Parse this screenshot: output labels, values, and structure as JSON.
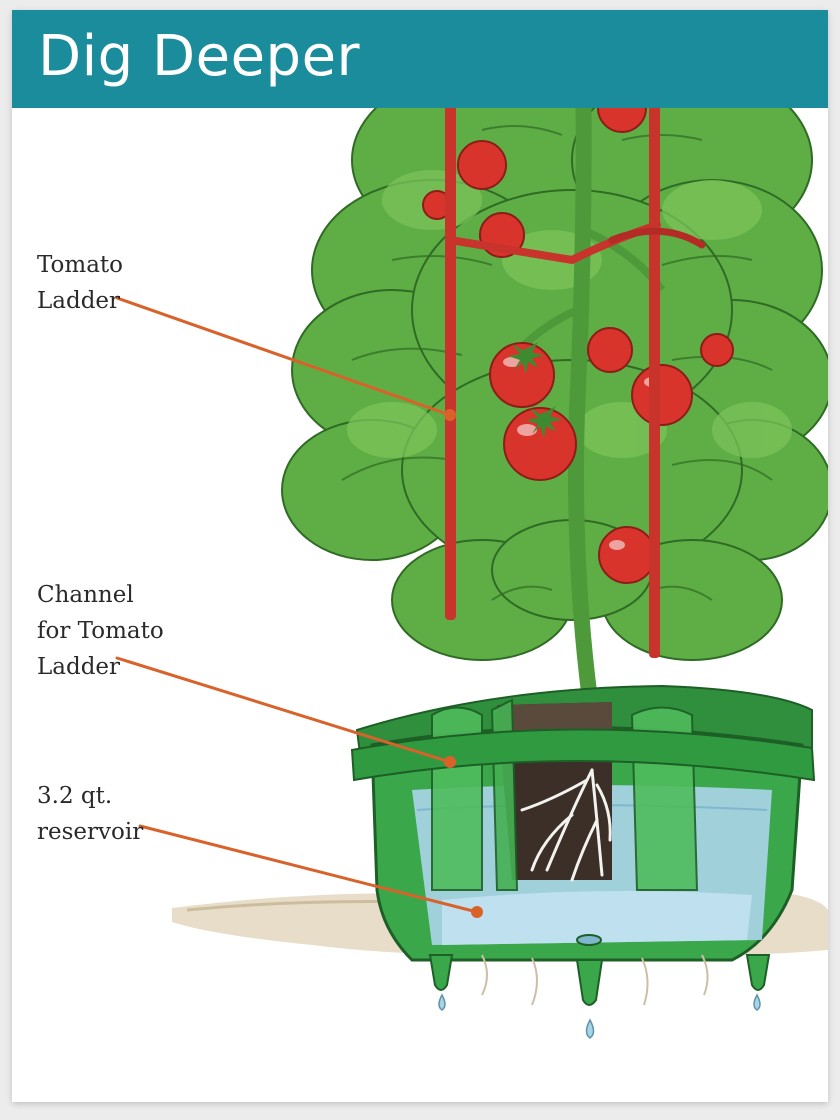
{
  "title": "Dig Deeper",
  "callouts": [
    {
      "id": "tomato-ladder",
      "text": "Tomato\nLadder"
    },
    {
      "id": "channel",
      "text": "Channel\nfor Tomato\nLadder"
    },
    {
      "id": "reservoir",
      "text": "3.2 qt.\nreservoir"
    }
  ],
  "colors": {
    "banner": "#1a8c9c",
    "leader_line": "#d9622b",
    "ladder": "#c8332c",
    "planter": "#3aa84a",
    "leaf": "#4fa83d",
    "tomato": "#d8342c",
    "water": "#a9d4e6",
    "soil": "#3b2f28"
  }
}
